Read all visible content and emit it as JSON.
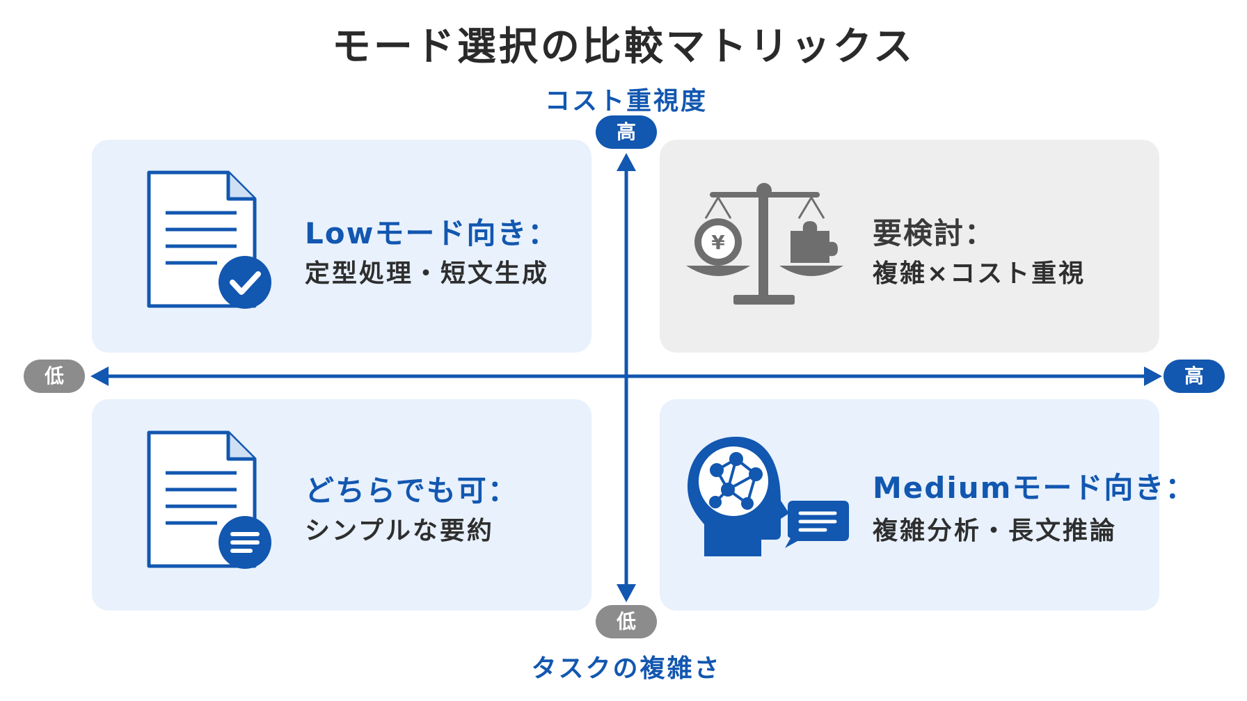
{
  "title": "モード選択の比較マトリックス",
  "axes": {
    "y_title": "コスト重視度",
    "x_title": "タスクの複雑さ",
    "y_high": "高",
    "y_low": "低",
    "x_low": "低",
    "x_high": "高"
  },
  "quadrants": {
    "top_left": {
      "heading": "Lowモード向き：",
      "body": "定型処理・短文生成"
    },
    "top_right": {
      "heading": "要検討：",
      "body": "複雑×コスト重視"
    },
    "bottom_left": {
      "heading": "どちらでも可：",
      "body": "シンプルな要約"
    },
    "bottom_right": {
      "heading": "Mediumモード向き：",
      "body": "複雑分析・長文推論"
    }
  },
  "icons": {
    "top_left": "document-check-icon",
    "top_right": "balance-scale-icon",
    "bottom_left": "document-note-icon",
    "bottom_right": "ai-head-chat-icon"
  },
  "colors": {
    "accent": "#1257b0",
    "quad_blue": "#e8f1fc",
    "quad_gray": "#eeeeee",
    "neutral": "#8c8c8c"
  }
}
